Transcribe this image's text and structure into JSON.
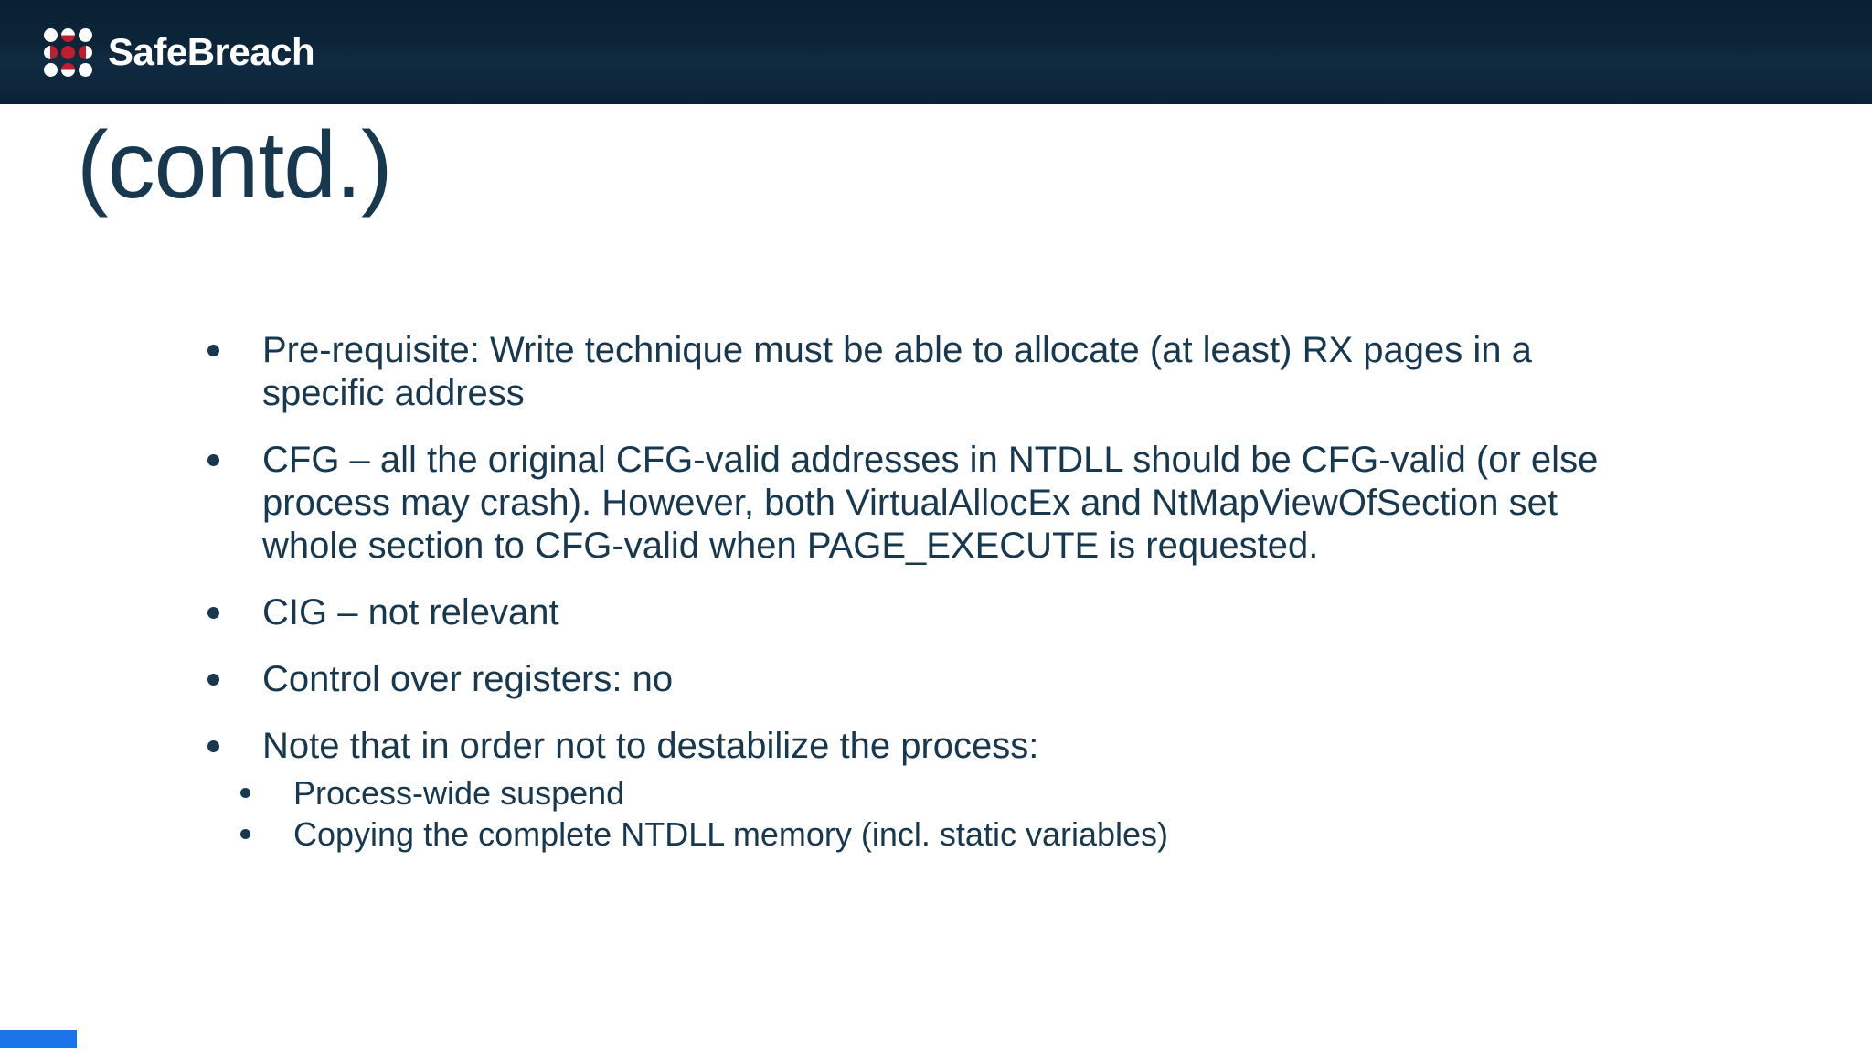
{
  "header": {
    "brand": "SafeBreach",
    "logo_icon": "safebreach-dot-grid-logo",
    "colors": {
      "header_bg": "#0d2539",
      "logo_red": "#bf1e2e",
      "logo_white": "#ffffff"
    }
  },
  "slide": {
    "title": "(contd.)",
    "text_color": "#17384f",
    "bullets": [
      {
        "text": "Pre-requisite: Write technique must be able to allocate (at least) RX pages in a specific address"
      },
      {
        "text": "CFG – all the original CFG-valid addresses in NTDLL should be CFG-valid (or else process may crash). However, both VirtualAllocEx and NtMapViewOfSection set whole section to CFG-valid when PAGE_EXECUTE is requested."
      },
      {
        "text": "CIG – not relevant"
      },
      {
        "text": "Control over registers: no"
      },
      {
        "text": "Note that in order not to destabilize the process:",
        "children": [
          "Process-wide suspend",
          "Copying the complete NTDLL memory (incl. static variables)"
        ]
      }
    ]
  },
  "footer": {
    "accent_bar_color": "#1a73e8"
  }
}
